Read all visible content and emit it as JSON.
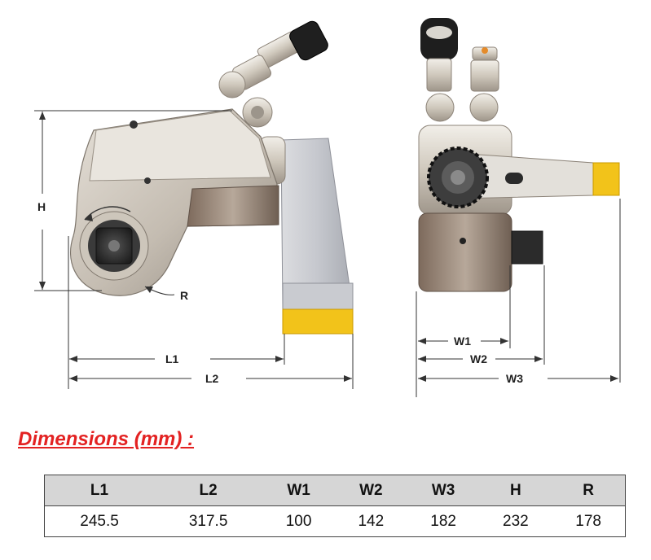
{
  "diagram": {
    "side_view_labels": {
      "h": "H",
      "r": "R",
      "l1": "L1",
      "l2": "L2"
    },
    "front_view_labels": {
      "w1": "W1",
      "w2": "W2",
      "w3": "W3"
    }
  },
  "colors": {
    "accent_yellow": "#f2c31a",
    "title_red": "#e32222",
    "header_gray": "#d6d6d6"
  },
  "title": "Dimensions (mm) :",
  "table": {
    "headers": [
      "L1",
      "L2",
      "W1",
      "W2",
      "W3",
      "H",
      "R"
    ],
    "values": [
      "245.5",
      "317.5",
      "100",
      "142",
      "182",
      "232",
      "178"
    ]
  }
}
